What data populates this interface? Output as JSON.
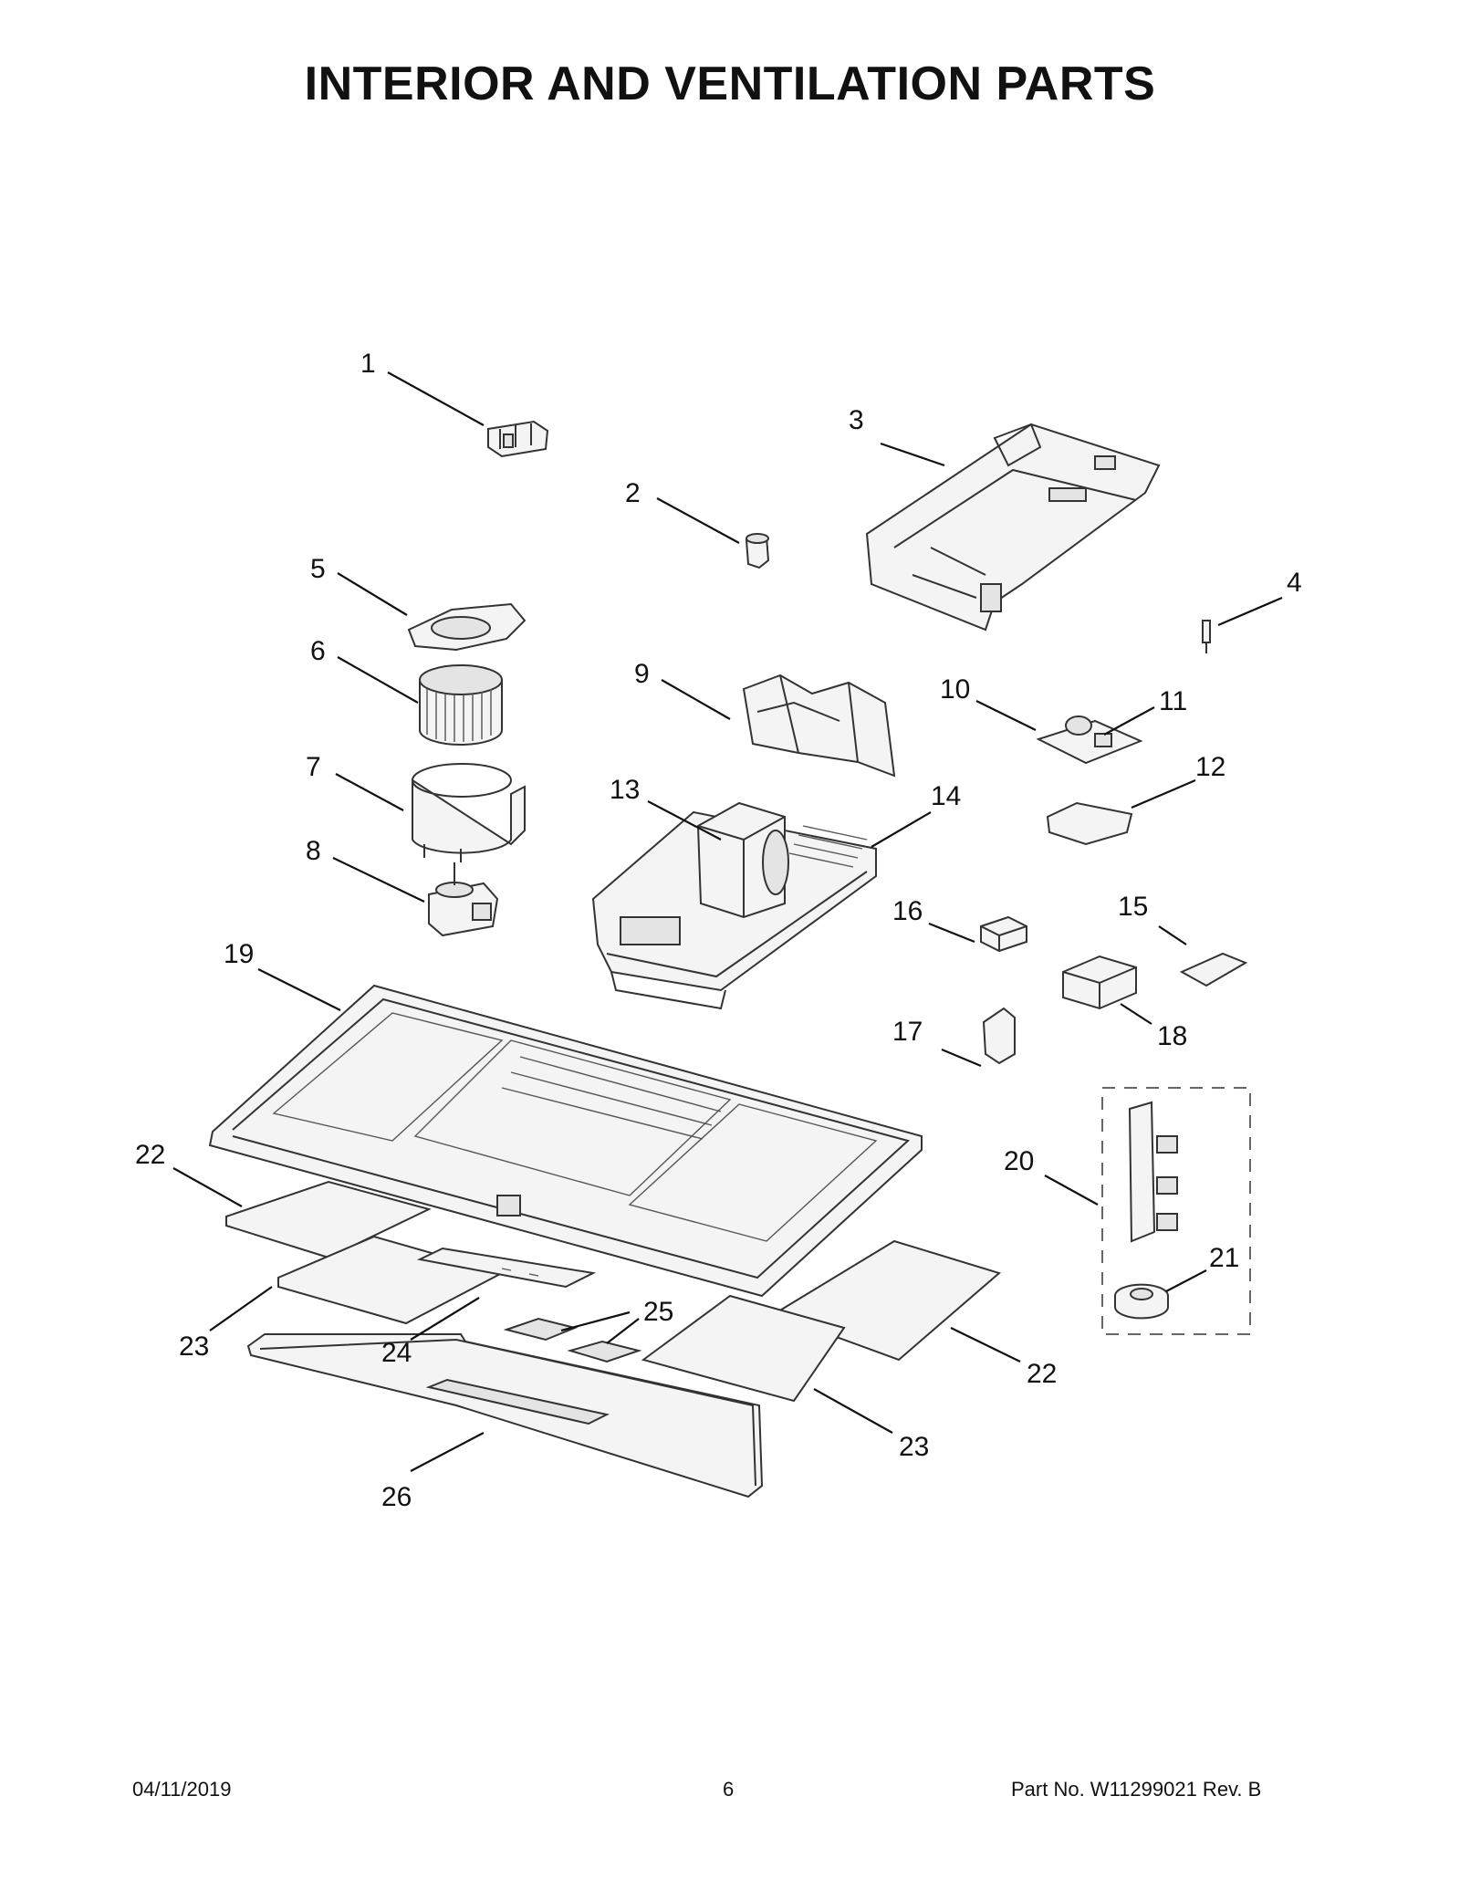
{
  "title": "INTERIOR AND VENTILATION PARTS",
  "callouts": [
    {
      "id": "c1",
      "text": "1"
    },
    {
      "id": "c2",
      "text": "2"
    },
    {
      "id": "c3",
      "text": "3"
    },
    {
      "id": "c4",
      "text": "4"
    },
    {
      "id": "c5",
      "text": "5"
    },
    {
      "id": "c6",
      "text": "6"
    },
    {
      "id": "c7",
      "text": "7"
    },
    {
      "id": "c8",
      "text": "8"
    },
    {
      "id": "c9",
      "text": "9"
    },
    {
      "id": "c10",
      "text": "10"
    },
    {
      "id": "c11",
      "text": "11"
    },
    {
      "id": "c12",
      "text": "12"
    },
    {
      "id": "c13",
      "text": "13"
    },
    {
      "id": "c14",
      "text": "14"
    },
    {
      "id": "c15",
      "text": "15"
    },
    {
      "id": "c16",
      "text": "16"
    },
    {
      "id": "c17",
      "text": "17"
    },
    {
      "id": "c18",
      "text": "18"
    },
    {
      "id": "c19",
      "text": "19"
    },
    {
      "id": "c20",
      "text": "20"
    },
    {
      "id": "c21",
      "text": "21"
    },
    {
      "id": "c22a",
      "text": "22"
    },
    {
      "id": "c22b",
      "text": "22"
    },
    {
      "id": "c23a",
      "text": "23"
    },
    {
      "id": "c23b",
      "text": "23"
    },
    {
      "id": "c24",
      "text": "24"
    },
    {
      "id": "c25",
      "text": "25"
    },
    {
      "id": "c26",
      "text": "26"
    }
  ],
  "footer": {
    "date": "04/11/2019",
    "page": "6",
    "part_no": "Part No.  W11299021  Rev.  B"
  }
}
